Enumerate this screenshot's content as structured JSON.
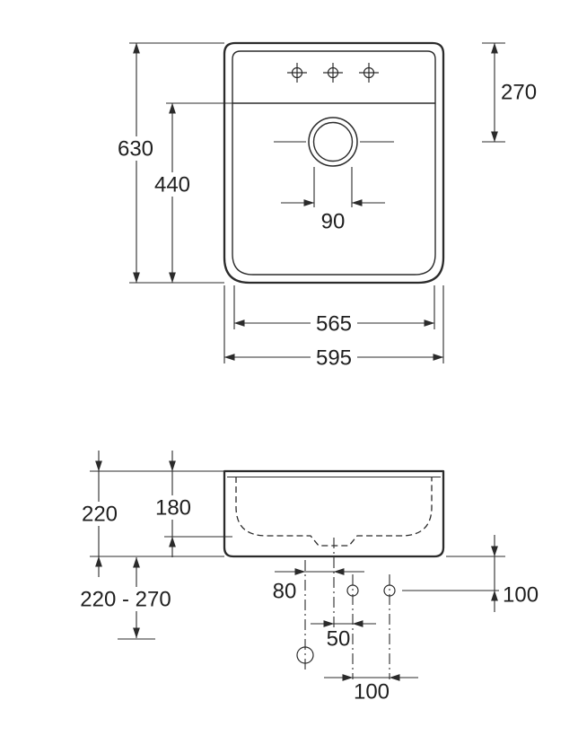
{
  "dimensions": {
    "top_view": {
      "overall_height": "630",
      "bowl_length": "440",
      "drain_from_top": "270",
      "drain_width": "90",
      "inner_width": "565",
      "overall_width": "595"
    },
    "front_view": {
      "overall_depth": "220",
      "bowl_depth": "180",
      "mount_height_range": "220 - 270",
      "overflow_offset": "80",
      "hole_drop": "100",
      "hole_center_offset": "50",
      "hole_spacing": "100"
    }
  },
  "colors": {
    "line": "#2b2b2b",
    "text": "#1f1f1f",
    "background": "#ffffff"
  }
}
